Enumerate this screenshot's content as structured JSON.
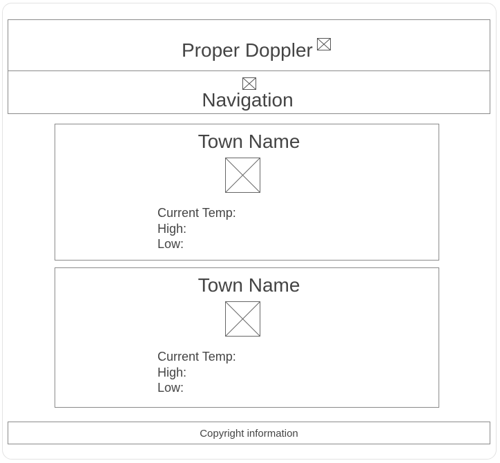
{
  "header": {
    "site_title": "Proper Doppler",
    "title_icon": "image-placeholder-icon",
    "nav_icon": "image-placeholder-icon",
    "nav_label": "Navigation"
  },
  "cards": [
    {
      "town_name": "Town Name",
      "image_icon": "image-placeholder",
      "current_temp_label": "Current Temp:",
      "high_label": "High:",
      "low_label": "Low:"
    },
    {
      "town_name": "Town Name",
      "image_icon": "image-placeholder",
      "current_temp_label": "Current Temp:",
      "high_label": "High:",
      "low_label": "Low:"
    }
  ],
  "footer": {
    "text": "Copyright information"
  },
  "colors": {
    "border": "#8a8a8a",
    "text": "#444444",
    "frame": "#e3e3e3"
  }
}
